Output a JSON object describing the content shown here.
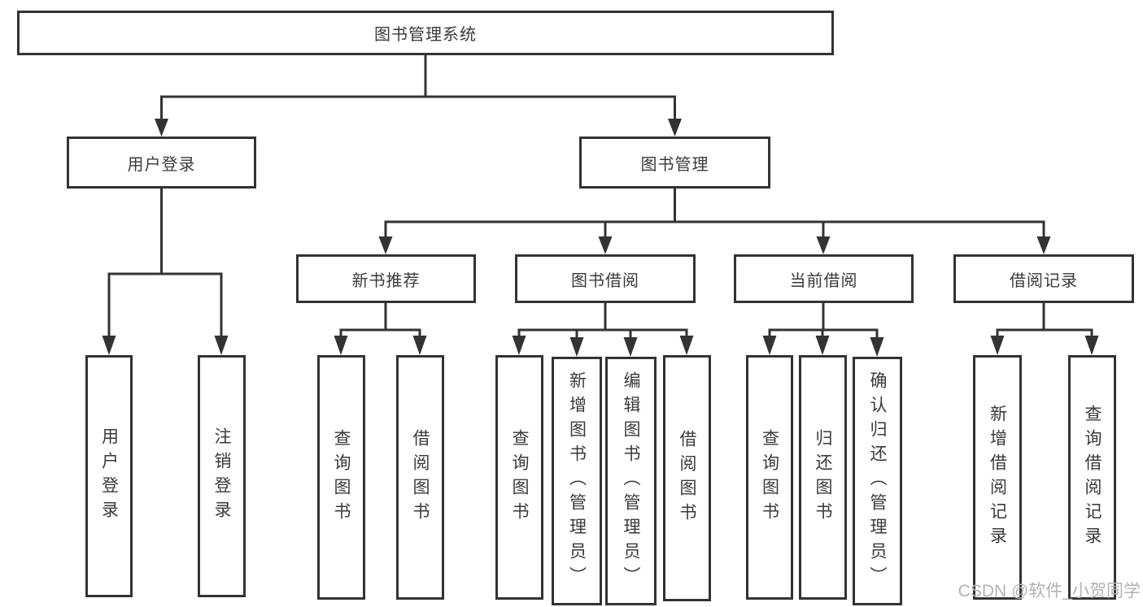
{
  "diagram": {
    "root": {
      "label": "图书管理系统"
    },
    "level2": [
      {
        "label": "用户登录"
      },
      {
        "label": "图书管理"
      }
    ],
    "level3": [
      {
        "label": "新书推荐"
      },
      {
        "label": "图书借阅"
      },
      {
        "label": "当前借阅"
      },
      {
        "label": "借阅记录"
      }
    ],
    "leaves": [
      {
        "group": "用户登录",
        "label": "用户登录"
      },
      {
        "group": "用户登录",
        "label": "注销登录"
      },
      {
        "group": "新书推荐",
        "label": "查询图书"
      },
      {
        "group": "新书推荐",
        "label": "借阅图书"
      },
      {
        "group": "图书借阅",
        "label": "查询图书"
      },
      {
        "group": "图书借阅",
        "label": "新增图书（管理员）"
      },
      {
        "group": "图书借阅",
        "label": "编辑图书（管理员）"
      },
      {
        "group": "图书借阅",
        "label": "借阅图书"
      },
      {
        "group": "当前借阅",
        "label": "查询图书"
      },
      {
        "group": "当前借阅",
        "label": "归还图书"
      },
      {
        "group": "当前借阅",
        "label": "确认归还（管理员）"
      },
      {
        "group": "借阅记录",
        "label": "新增借阅记录"
      },
      {
        "group": "借阅记录",
        "label": "查询借阅记录"
      }
    ]
  },
  "watermark": {
    "text": "CSDN @软件_小贺同学"
  },
  "colors": {
    "line": "#333333",
    "box_border": "#333333",
    "text": "#3a3a3a",
    "watermark": "#b3b3b3",
    "background": "#ffffff"
  }
}
